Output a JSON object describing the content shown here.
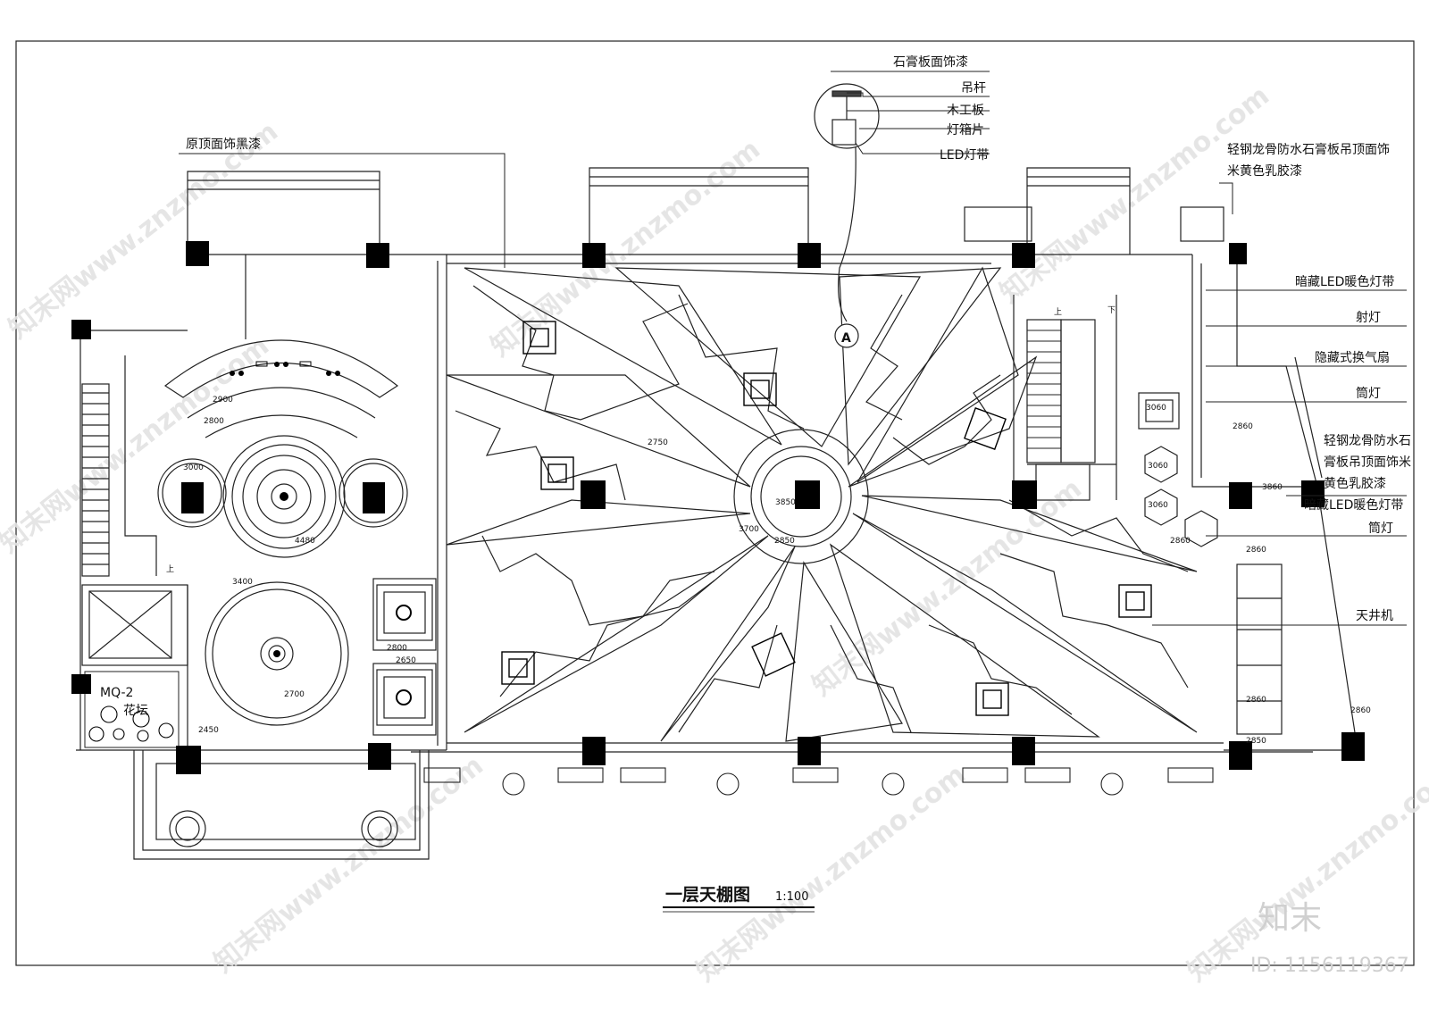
{
  "drawing": {
    "title": "一层天棚图",
    "scale": "1:100"
  },
  "callouts": {
    "top_left": "原顶面饰黑漆",
    "detail": [
      "石膏板面饰漆",
      "吊杆",
      "木工板",
      "灯箱片",
      "LED灯带"
    ],
    "detail_marker": "A",
    "right_top": [
      "轻钢龙骨防水石膏板吊顶面饰",
      "米黄色乳胶漆"
    ],
    "right_list": [
      "暗藏LED暖色灯带",
      "射灯",
      "隐藏式换气扇",
      "筒灯",
      "轻钢龙骨防水石",
      "膏板吊顶面饰米",
      "黄色乳胶漆",
      "暗藏LED暖色灯带",
      "筒灯",
      "天井机"
    ]
  },
  "plan_labels": {
    "mq2": "MQ-2",
    "flower_bed": "花坛",
    "up": "上",
    "down": "下",
    "heights": [
      "2900",
      "2800",
      "3000",
      "4480",
      "3400",
      "2800",
      "2650",
      "2700",
      "2450",
      "2750",
      "3700",
      "2850",
      "3850",
      "3060",
      "3060",
      "3060",
      "2860",
      "2860",
      "2860",
      "2860",
      "3860",
      "2850",
      "2860"
    ]
  },
  "watermark": {
    "brand": "知末",
    "id": "ID: 1156119367",
    "diagonal": "知末网www.znzmo.com"
  }
}
